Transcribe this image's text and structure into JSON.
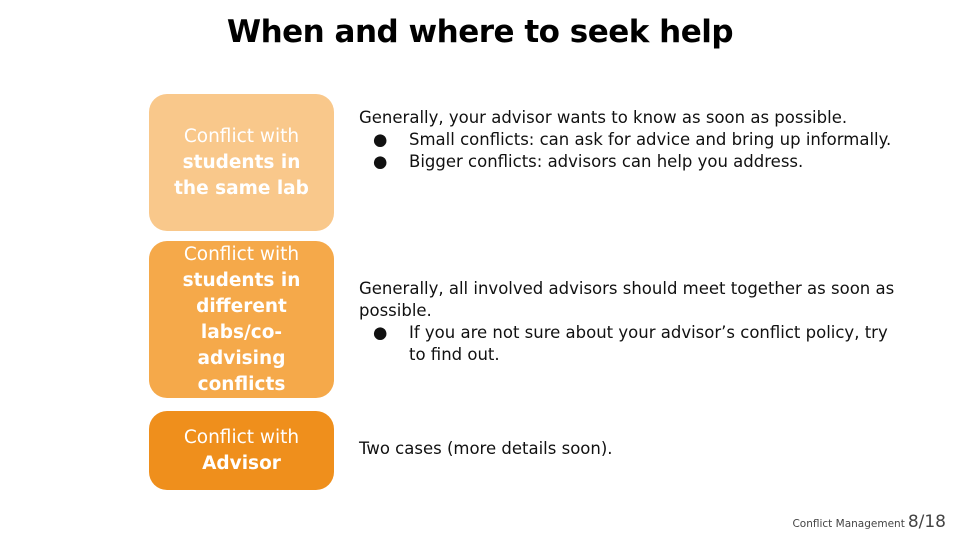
{
  "title": "When and where to seek help",
  "rows": [
    {
      "card_light": "Conflict with",
      "card_bold": "students in the same lab",
      "intro": "Generally, your advisor wants to know as soon as possible.",
      "bullets": [
        "Small conflicts: can ask for advice and bring up informally.",
        "Bigger conflicts: advisors can help you address."
      ]
    },
    {
      "card_light": "Conflict with",
      "card_bold": "students in different labs/co-advising conflicts",
      "intro": "Generally, all involved advisors should meet together as soon as possible.",
      "bullets": [
        "If you are not sure about your advisor’s conflict policy, try to find out."
      ]
    },
    {
      "card_light": "Conflict with",
      "card_bold": "Advisor",
      "intro": "Two cases (more details soon).",
      "bullets": []
    }
  ],
  "bullet_glyph": "●",
  "colors": {
    "card1": "#f9c88b",
    "card2": "#f5a94a",
    "card3": "#ef8f1c"
  },
  "footer": {
    "name": "Conflict Management",
    "page": "8/18"
  }
}
